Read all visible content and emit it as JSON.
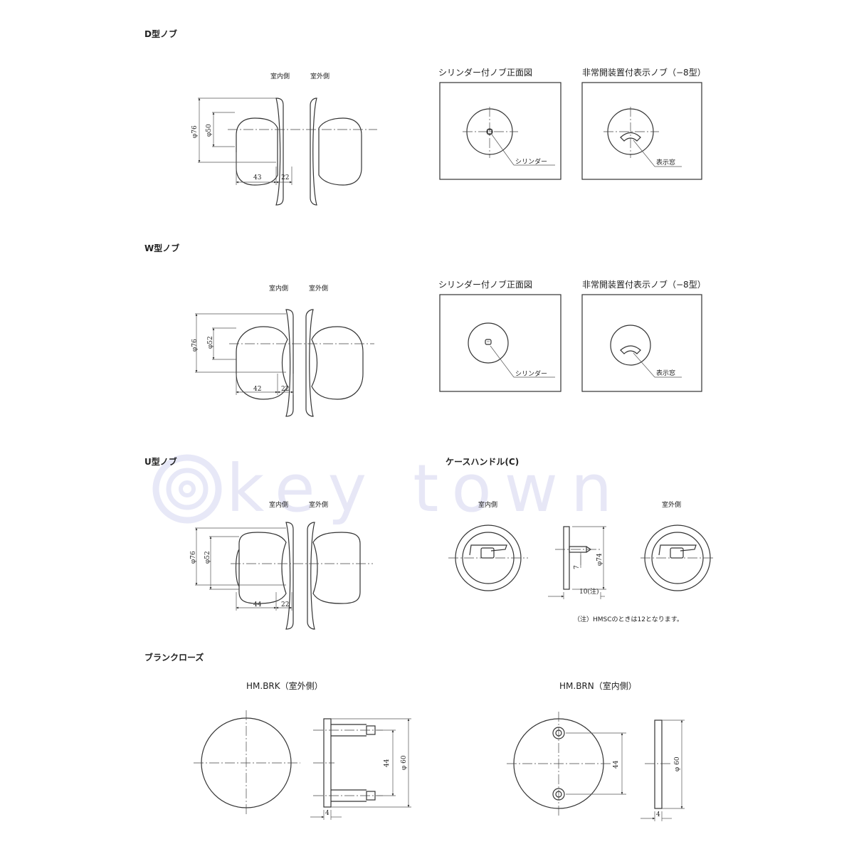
{
  "sections": {
    "d_knob": {
      "title": "D型ノブ",
      "side_indoor": "室内側",
      "side_outdoor": "室外側",
      "dim_outer": "φ76",
      "dim_inner": "φ50",
      "dim_length": "43",
      "dim_rose": "22",
      "panel_cylinder_title": "シリンダー付ノブ正面図",
      "panel_cylinder_label": "シリンダー",
      "panel_indicator_title": "非常開装置付表示ノブ（−8型）",
      "panel_indicator_label": "表示窓"
    },
    "w_knob": {
      "title": "W型ノブ",
      "side_indoor": "室内側",
      "side_outdoor": "室外側",
      "dim_outer": "φ76",
      "dim_inner": "φ52",
      "dim_length": "42",
      "dim_rose": "22",
      "panel_cylinder_title": "シリンダー付ノブ正面図",
      "panel_cylinder_label": "シリンダー",
      "panel_indicator_title": "非常開装置付表示ノブ（−8型）",
      "panel_indicator_label": "表示窓"
    },
    "u_knob": {
      "title": "U型ノブ",
      "side_indoor": "室内側",
      "side_outdoor": "室外側",
      "dim_outer": "φ76",
      "dim_inner": "φ52",
      "dim_length": "44",
      "dim_rose": "22"
    },
    "case_handle": {
      "title": "ケースハンドル(C)",
      "side_indoor": "室内側",
      "side_outdoor": "室外側",
      "dim_diameter": "φ74",
      "dim_spindle": "7",
      "dim_depth": "10(注)",
      "note": "（注）HMSCのときは12となります。"
    },
    "blank_rose": {
      "title": "ブランクローズ",
      "brk_label": "HM.BRK（室外側）",
      "brn_label": "HM.BRN（室内側）",
      "brk_pitch": "44",
      "brk_diameter": "φ 60",
      "brk_thickness": "4",
      "brn_pitch": "44",
      "brn_diameter": "φ 60",
      "brn_thickness": "4"
    }
  },
  "watermark": {
    "text": "key town",
    "color": "#dfe0f4"
  }
}
